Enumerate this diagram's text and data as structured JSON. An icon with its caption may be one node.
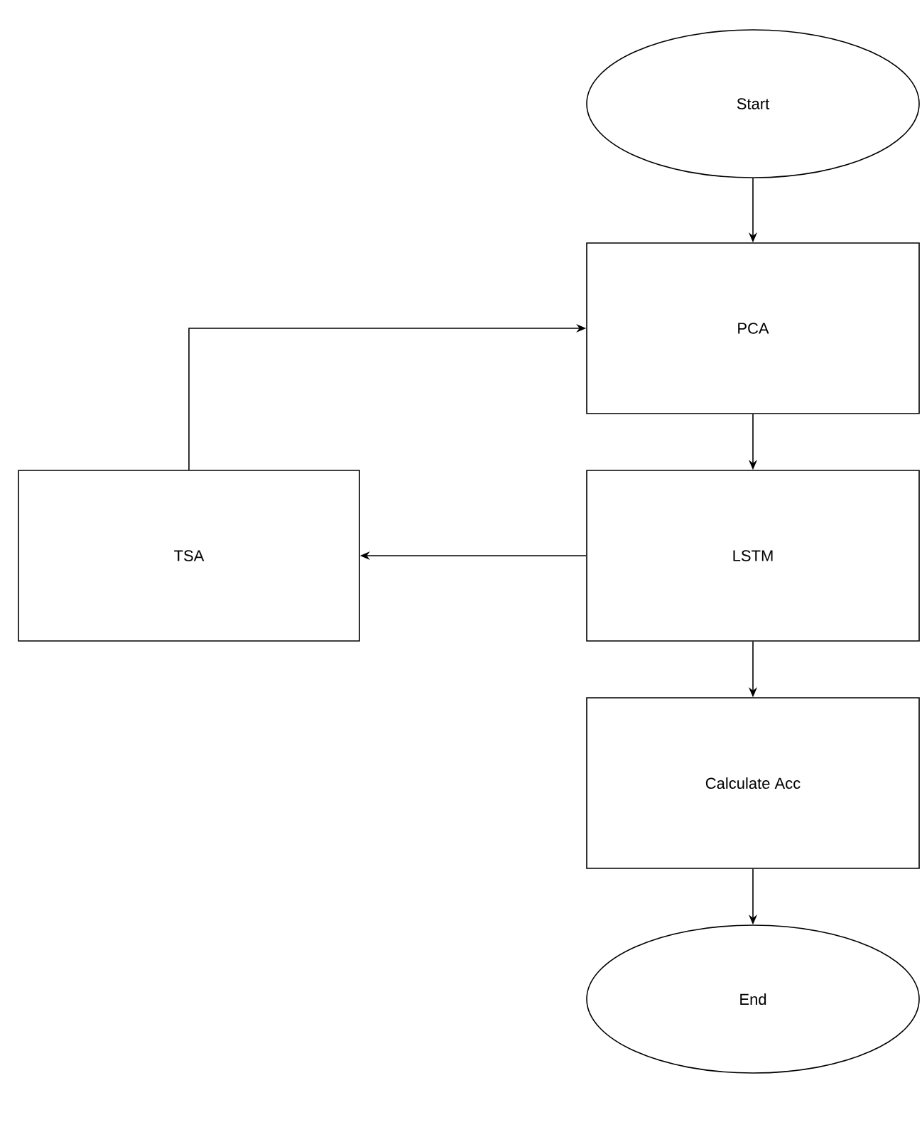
{
  "diagram": {
    "nodes": [
      {
        "text": [
          "Start"
        ]
      },
      {
        "text": [
          "PCA"
        ]
      },
      {
        "text": [
          "LSTM"
        ]
      },
      {
        "text": [
          "TSA"
        ]
      },
      {
        "text": [
          "Calculate Acc"
        ]
      },
      {
        "text": [
          "End"
        ]
      }
    ],
    "edges": [
      {
        "from": 0,
        "to": 1,
        "arrow": "to"
      },
      {
        "from": 1,
        "to": 2,
        "arrow": "to"
      },
      {
        "from": 2,
        "to": 3,
        "arrow": "to"
      },
      {
        "from": 3,
        "to": 1,
        "arrow": "to"
      },
      {
        "from": 2,
        "to": 4,
        "arrow": "to"
      },
      {
        "from": 4,
        "to": 5,
        "arrow": "to"
      }
    ]
  }
}
